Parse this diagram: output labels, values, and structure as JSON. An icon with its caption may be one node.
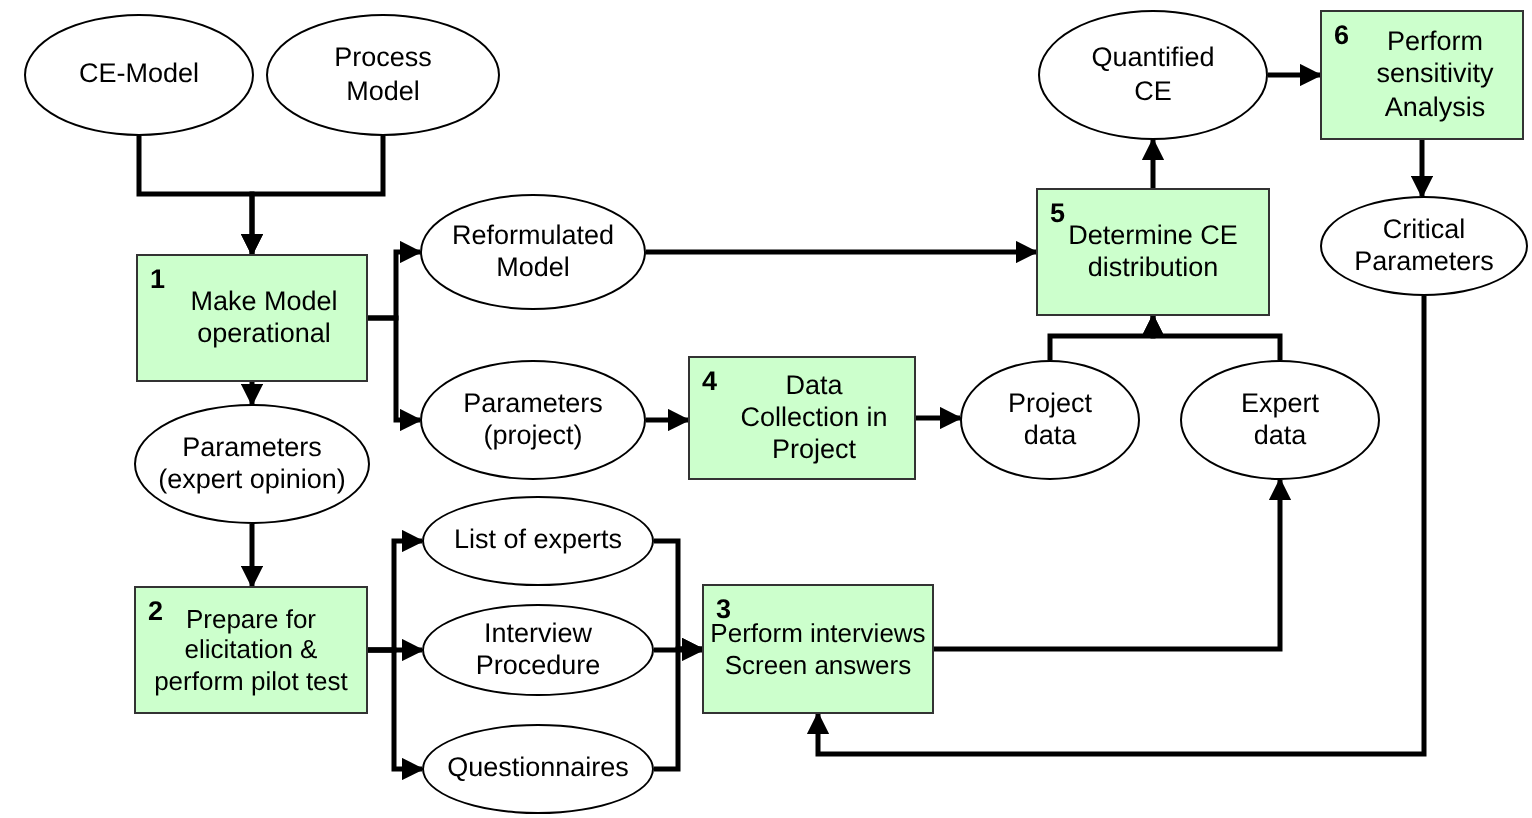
{
  "diagram": {
    "nodes": [
      {
        "text": [
          "CE-Model"
        ]
      },
      {
        "text": [
          "Process Model"
        ]
      },
      {
        "text": [
          "1",
          "Make Model operational"
        ]
      },
      {
        "text": [
          "Reformulated Model"
        ]
      },
      {
        "text": [
          "Parameters (project)"
        ]
      },
      {
        "text": [
          "4",
          "Data Collection in Project"
        ]
      },
      {
        "text": [
          "Quantified CE"
        ]
      },
      {
        "text": [
          "6",
          "Perform sensitivity Analysis"
        ]
      },
      {
        "text": [
          "5",
          "Determine CE distribution"
        ]
      },
      {
        "text": [
          "Critical Parameters"
        ]
      },
      {
        "text": [
          "Project data"
        ]
      },
      {
        "text": [
          "Expert data"
        ]
      },
      {
        "text": [
          "Parameters (expert opinion)"
        ]
      },
      {
        "text": [
          "List of experts"
        ]
      },
      {
        "text": [
          "2",
          "Prepare for elicitation & perform pilot test"
        ]
      },
      {
        "text": [
          "Interview Procedure"
        ]
      },
      {
        "text": [
          "3",
          "Perform interviews Screen answers"
        ]
      },
      {
        "text": [
          "Questionnaires"
        ]
      }
    ],
    "edges": [
      {
        "from": 0,
        "to": 2,
        "arrow": "to"
      },
      {
        "from": 1,
        "to": 2,
        "arrow": "to"
      },
      {
        "from": 2,
        "to": 3,
        "arrow": "to"
      },
      {
        "from": 2,
        "to": 4,
        "arrow": "to"
      },
      {
        "from": 2,
        "to": 12,
        "arrow": "to"
      },
      {
        "from": 3,
        "to": 8,
        "arrow": "to"
      },
      {
        "from": 4,
        "to": 5,
        "arrow": "to"
      },
      {
        "from": 5,
        "to": 10,
        "arrow": "to"
      },
      {
        "from": 10,
        "to": 8,
        "arrow": "to"
      },
      {
        "from": 11,
        "to": 8,
        "arrow": "to"
      },
      {
        "from": 8,
        "to": 6,
        "arrow": "to"
      },
      {
        "from": 6,
        "to": 7,
        "arrow": "to"
      },
      {
        "from": 7,
        "to": 9,
        "arrow": "to"
      },
      {
        "from": 9,
        "to": 16,
        "arrow": "to"
      },
      {
        "from": 12,
        "to": 14,
        "arrow": "to"
      },
      {
        "from": 14,
        "to": 13,
        "arrow": "to"
      },
      {
        "from": 14,
        "to": 15,
        "arrow": "to"
      },
      {
        "from": 14,
        "to": 17,
        "arrow": "to"
      },
      {
        "from": 13,
        "to": 16,
        "arrow": "to"
      },
      {
        "from": 15,
        "to": 16,
        "arrow": "to"
      },
      {
        "from": 17,
        "to": 16,
        "arrow": "to"
      },
      {
        "from": 16,
        "to": 11,
        "arrow": "to"
      }
    ]
  }
}
